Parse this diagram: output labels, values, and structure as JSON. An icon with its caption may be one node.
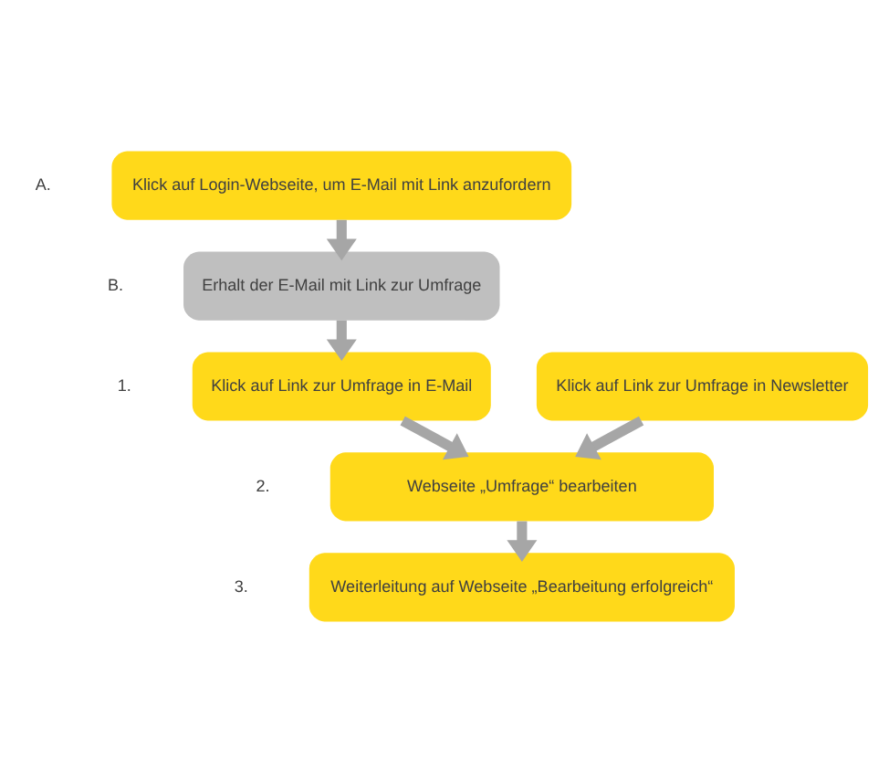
{
  "diagram": {
    "nodes": [
      {
        "text": [
          "Klick auf Login-Webseite, um E-Mail mit Link anzufordern"
        ],
        "beside": [
          "A."
        ]
      },
      {
        "text": [
          "Erhalt der E-Mail mit Link zur Umfrage"
        ],
        "beside": [
          "B."
        ]
      },
      {
        "text": [
          "Klick auf Link zur Umfrage in E-Mail"
        ],
        "beside": [
          "1."
        ]
      },
      {
        "text": [
          "Klick auf Link zur Umfrage in Newsletter"
        ]
      },
      {
        "text": [
          "Webseite „Umfrage“ bearbeiten"
        ],
        "beside": [
          "2."
        ]
      },
      {
        "text": [
          "Weiterleitung auf Webseite „Bearbeitung erfolgreich“"
        ],
        "beside": [
          "3."
        ]
      }
    ],
    "edges": [
      {
        "from": 0,
        "to": 1,
        "arrow": "to"
      },
      {
        "from": 1,
        "to": 2,
        "arrow": "to"
      },
      {
        "from": 2,
        "to": 4,
        "arrow": "to"
      },
      {
        "from": 3,
        "to": 4,
        "arrow": "to"
      },
      {
        "from": 4,
        "to": 5,
        "arrow": "to"
      }
    ]
  }
}
